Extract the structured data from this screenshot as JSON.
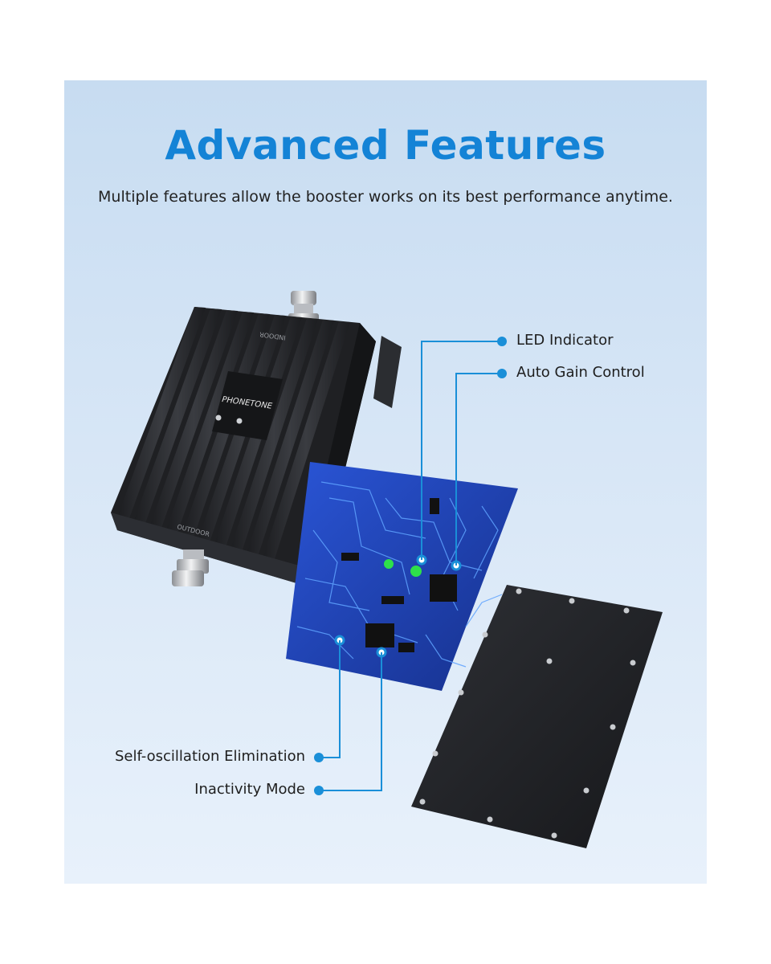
{
  "header": {
    "title": "Advanced Features",
    "subtitle": "Multiple features allow the booster works on its best performance anytime."
  },
  "device": {
    "brand": "PHONETONE",
    "port_top": "INDOOR",
    "port_bottom": "OUTDOOR"
  },
  "features": {
    "led_indicator": "LED Indicator",
    "auto_gain_control": "Auto Gain Control",
    "self_oscillation": "Self-oscillation Elimination",
    "inactivity_mode": "Inactivity Mode"
  },
  "colors": {
    "accent": "#1483d6",
    "callout_line": "#1a8fd8",
    "device_body": "#26282c",
    "pcb": "#1f3fae"
  }
}
